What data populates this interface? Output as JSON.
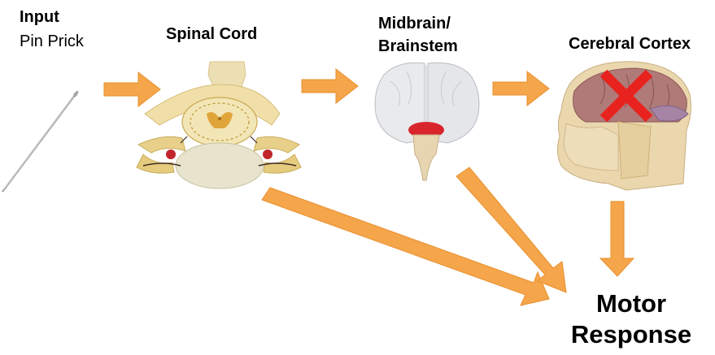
{
  "input": {
    "title": "Input",
    "subtitle": "Pin Prick"
  },
  "stages": {
    "spinal_cord": "Spinal Cord",
    "midbrain_line1": "Midbrain/",
    "midbrain_line2": "Brainstem",
    "cortex": "Cerebral Cortex"
  },
  "output": {
    "line1": "Motor",
    "line2": "Response"
  },
  "colors": {
    "arrow": "#F5A54A",
    "arrow_edge": "#E8902E",
    "blocked": "#E8231F",
    "bone": "#F0DFA8",
    "lesion": "#D92626"
  }
}
